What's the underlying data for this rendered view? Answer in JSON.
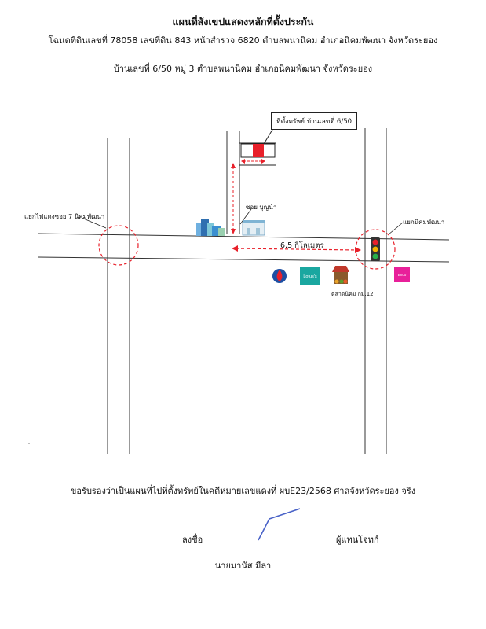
{
  "header": {
    "title": "แผนที่สังเขปแสดงหลักที่ตั้งประกัน",
    "deed_line": "โฉนดที่ดินเลขที่ 78058  เลขที่ดิน 843 หน้าสำรวจ 6820  ตำบลพนานิคม  อำเภอนิคมพัฒนา จังหวัดระยอง",
    "address_line": "บ้านเลขที่ 6/50 หมู่ 3  ตำบลพนานิคม  อำเภอนิคมพัฒนา จังหวัดระยอง"
  },
  "map": {
    "property_label": "ที่ตั้งทรัพย์ บ้านเลขที่ 6/50",
    "soi_label": "ซอย บุญนำ",
    "left_junction_label": "แยกไฟแดงซอย 7 นิคมพัฒนา",
    "right_junction_label": "แยกนิคมพัฒนา",
    "distance_label": "6.5 กิโลเมตร",
    "market_label": "ตลาดนิคม กม.12",
    "lotus_label": "Lotus's",
    "store_label": "Bnoo",
    "colors": {
      "property": "#e8202a",
      "dashed": "#e8202a",
      "lotus": "#1aa7a0",
      "store": "#e8209a"
    }
  },
  "certification": {
    "text": "ขอรับรองว่าเป็นแผนที่ไปที่ตั้งทรัพย์ในคดีหมายเลขแดงที่ ผบE23/2568 ศาลจังหวัดระยอง จริง",
    "sign_label": "ลงชื่อ",
    "role_label": "ผู้แทนโจทก์",
    "name": "นายมานัส   มีลา"
  }
}
